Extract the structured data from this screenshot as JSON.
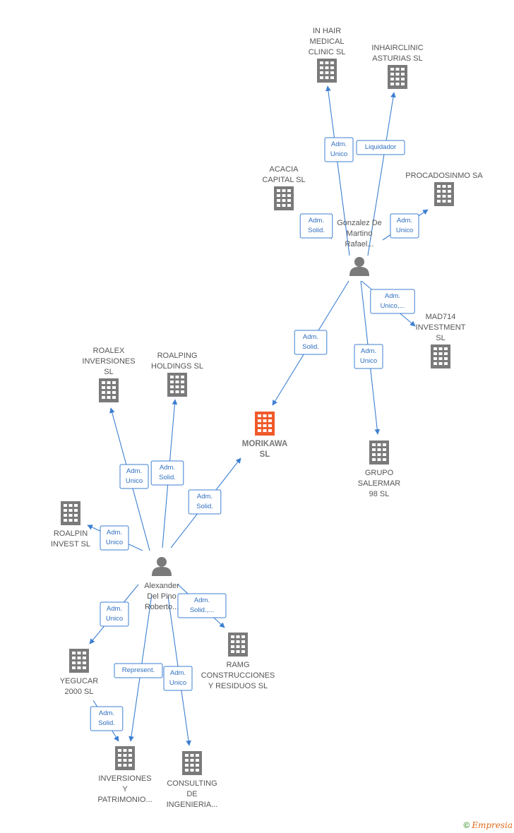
{
  "colors": {
    "edge": "#3d7fd1",
    "building": "#7a7a7a",
    "building_main": "#ef5a2a",
    "person": "#7a7a7a"
  },
  "nodes": [
    {
      "id": "morikawa",
      "type": "building-main",
      "lines": [
        "MORIKAWA",
        "SL"
      ]
    },
    {
      "id": "gonzalez",
      "type": "person",
      "lines": [
        "Gonzalez De",
        "Martino",
        "Rafael..."
      ]
    },
    {
      "id": "alexander",
      "type": "person",
      "lines": [
        "Alexander",
        "Del Pino",
        "Roberto..."
      ]
    },
    {
      "id": "inhair",
      "type": "building",
      "lines": [
        "IN HAIR",
        "MEDICAL",
        "CLINIC  SL"
      ]
    },
    {
      "id": "inhairclinic",
      "type": "building",
      "lines": [
        "INHAIRCLINIC",
        "ASTURIAS  SL"
      ]
    },
    {
      "id": "acacia",
      "type": "building",
      "lines": [
        "ACACIA",
        "CAPITAL  SL"
      ]
    },
    {
      "id": "procadosinmo",
      "type": "building",
      "lines": [
        "PROCADOSINMO SA"
      ]
    },
    {
      "id": "mad714",
      "type": "building",
      "lines": [
        "MAD714",
        "INVESTMENT",
        "SL"
      ]
    },
    {
      "id": "grupo",
      "type": "building",
      "lines": [
        "GRUPO",
        "SALERMAR",
        "98  SL"
      ]
    },
    {
      "id": "roalex",
      "type": "building",
      "lines": [
        "ROALEX",
        "INVERSIONES",
        "SL"
      ]
    },
    {
      "id": "roalping",
      "type": "building",
      "lines": [
        "ROALPING",
        "HOLDINGS  SL"
      ]
    },
    {
      "id": "roalpin",
      "type": "building",
      "lines": [
        "ROALPIN",
        "INVEST SL"
      ]
    },
    {
      "id": "yegucar",
      "type": "building",
      "lines": [
        "YEGUCAR",
        "2000  SL"
      ]
    },
    {
      "id": "ramg",
      "type": "building",
      "lines": [
        "RAMG",
        "CONSTRUCCIONES",
        "Y RESIDUOS  SL"
      ]
    },
    {
      "id": "inversiones",
      "type": "building",
      "lines": [
        "INVERSIONES",
        "Y",
        "PATRIMONIO..."
      ]
    },
    {
      "id": "consulting",
      "type": "building",
      "lines": [
        "CONSULTING",
        "DE",
        "INGENIERIA..."
      ]
    }
  ],
  "edges": [
    {
      "from": "gonzalez",
      "to": "inhair",
      "badge": [
        "Adm.",
        "Unico"
      ]
    },
    {
      "from": "gonzalez",
      "to": "inhairclinic",
      "badge": [
        "Liquidador"
      ]
    },
    {
      "from": "gonzalez",
      "to": "acacia",
      "badge": [
        "Adm.",
        "Solid."
      ]
    },
    {
      "from": "gonzalez",
      "to": "procadosinmo",
      "badge": [
        "Adm.",
        "Unico"
      ]
    },
    {
      "from": "gonzalez",
      "to": "mad714",
      "badge": [
        "Adm.",
        "Unico,..."
      ]
    },
    {
      "from": "gonzalez",
      "to": "morikawa",
      "badge": [
        "Adm.",
        "Solid."
      ]
    },
    {
      "from": "gonzalez",
      "to": "grupo",
      "badge": [
        "Adm.",
        "Unico"
      ]
    },
    {
      "from": "alexander",
      "to": "roalex",
      "badge": [
        "Adm.",
        "Unico"
      ]
    },
    {
      "from": "alexander",
      "to": "roalping",
      "badge": [
        "Adm.",
        "Solid."
      ]
    },
    {
      "from": "alexander",
      "to": "morikawa",
      "badge": [
        "Adm.",
        "Solid."
      ]
    },
    {
      "from": "alexander",
      "to": "roalpin",
      "badge": [
        "Adm.",
        "Unico"
      ]
    },
    {
      "from": "alexander",
      "to": "yegucar",
      "badge": [
        "Adm.",
        "Unico"
      ]
    },
    {
      "from": "alexander",
      "to": "ramg",
      "badge": [
        "Adm.",
        "Solid.,..."
      ]
    },
    {
      "from": "alexander",
      "to": "inversiones",
      "badge": [
        "Represent."
      ]
    },
    {
      "from": "alexander",
      "to": "consulting",
      "badge": [
        "Adm.",
        "Unico"
      ]
    },
    {
      "from": "yegucar",
      "to": "inversiones",
      "badge": [
        "Adm.",
        "Solid."
      ]
    }
  ],
  "footer": {
    "copyright": "©",
    "brand": "Empresia"
  }
}
